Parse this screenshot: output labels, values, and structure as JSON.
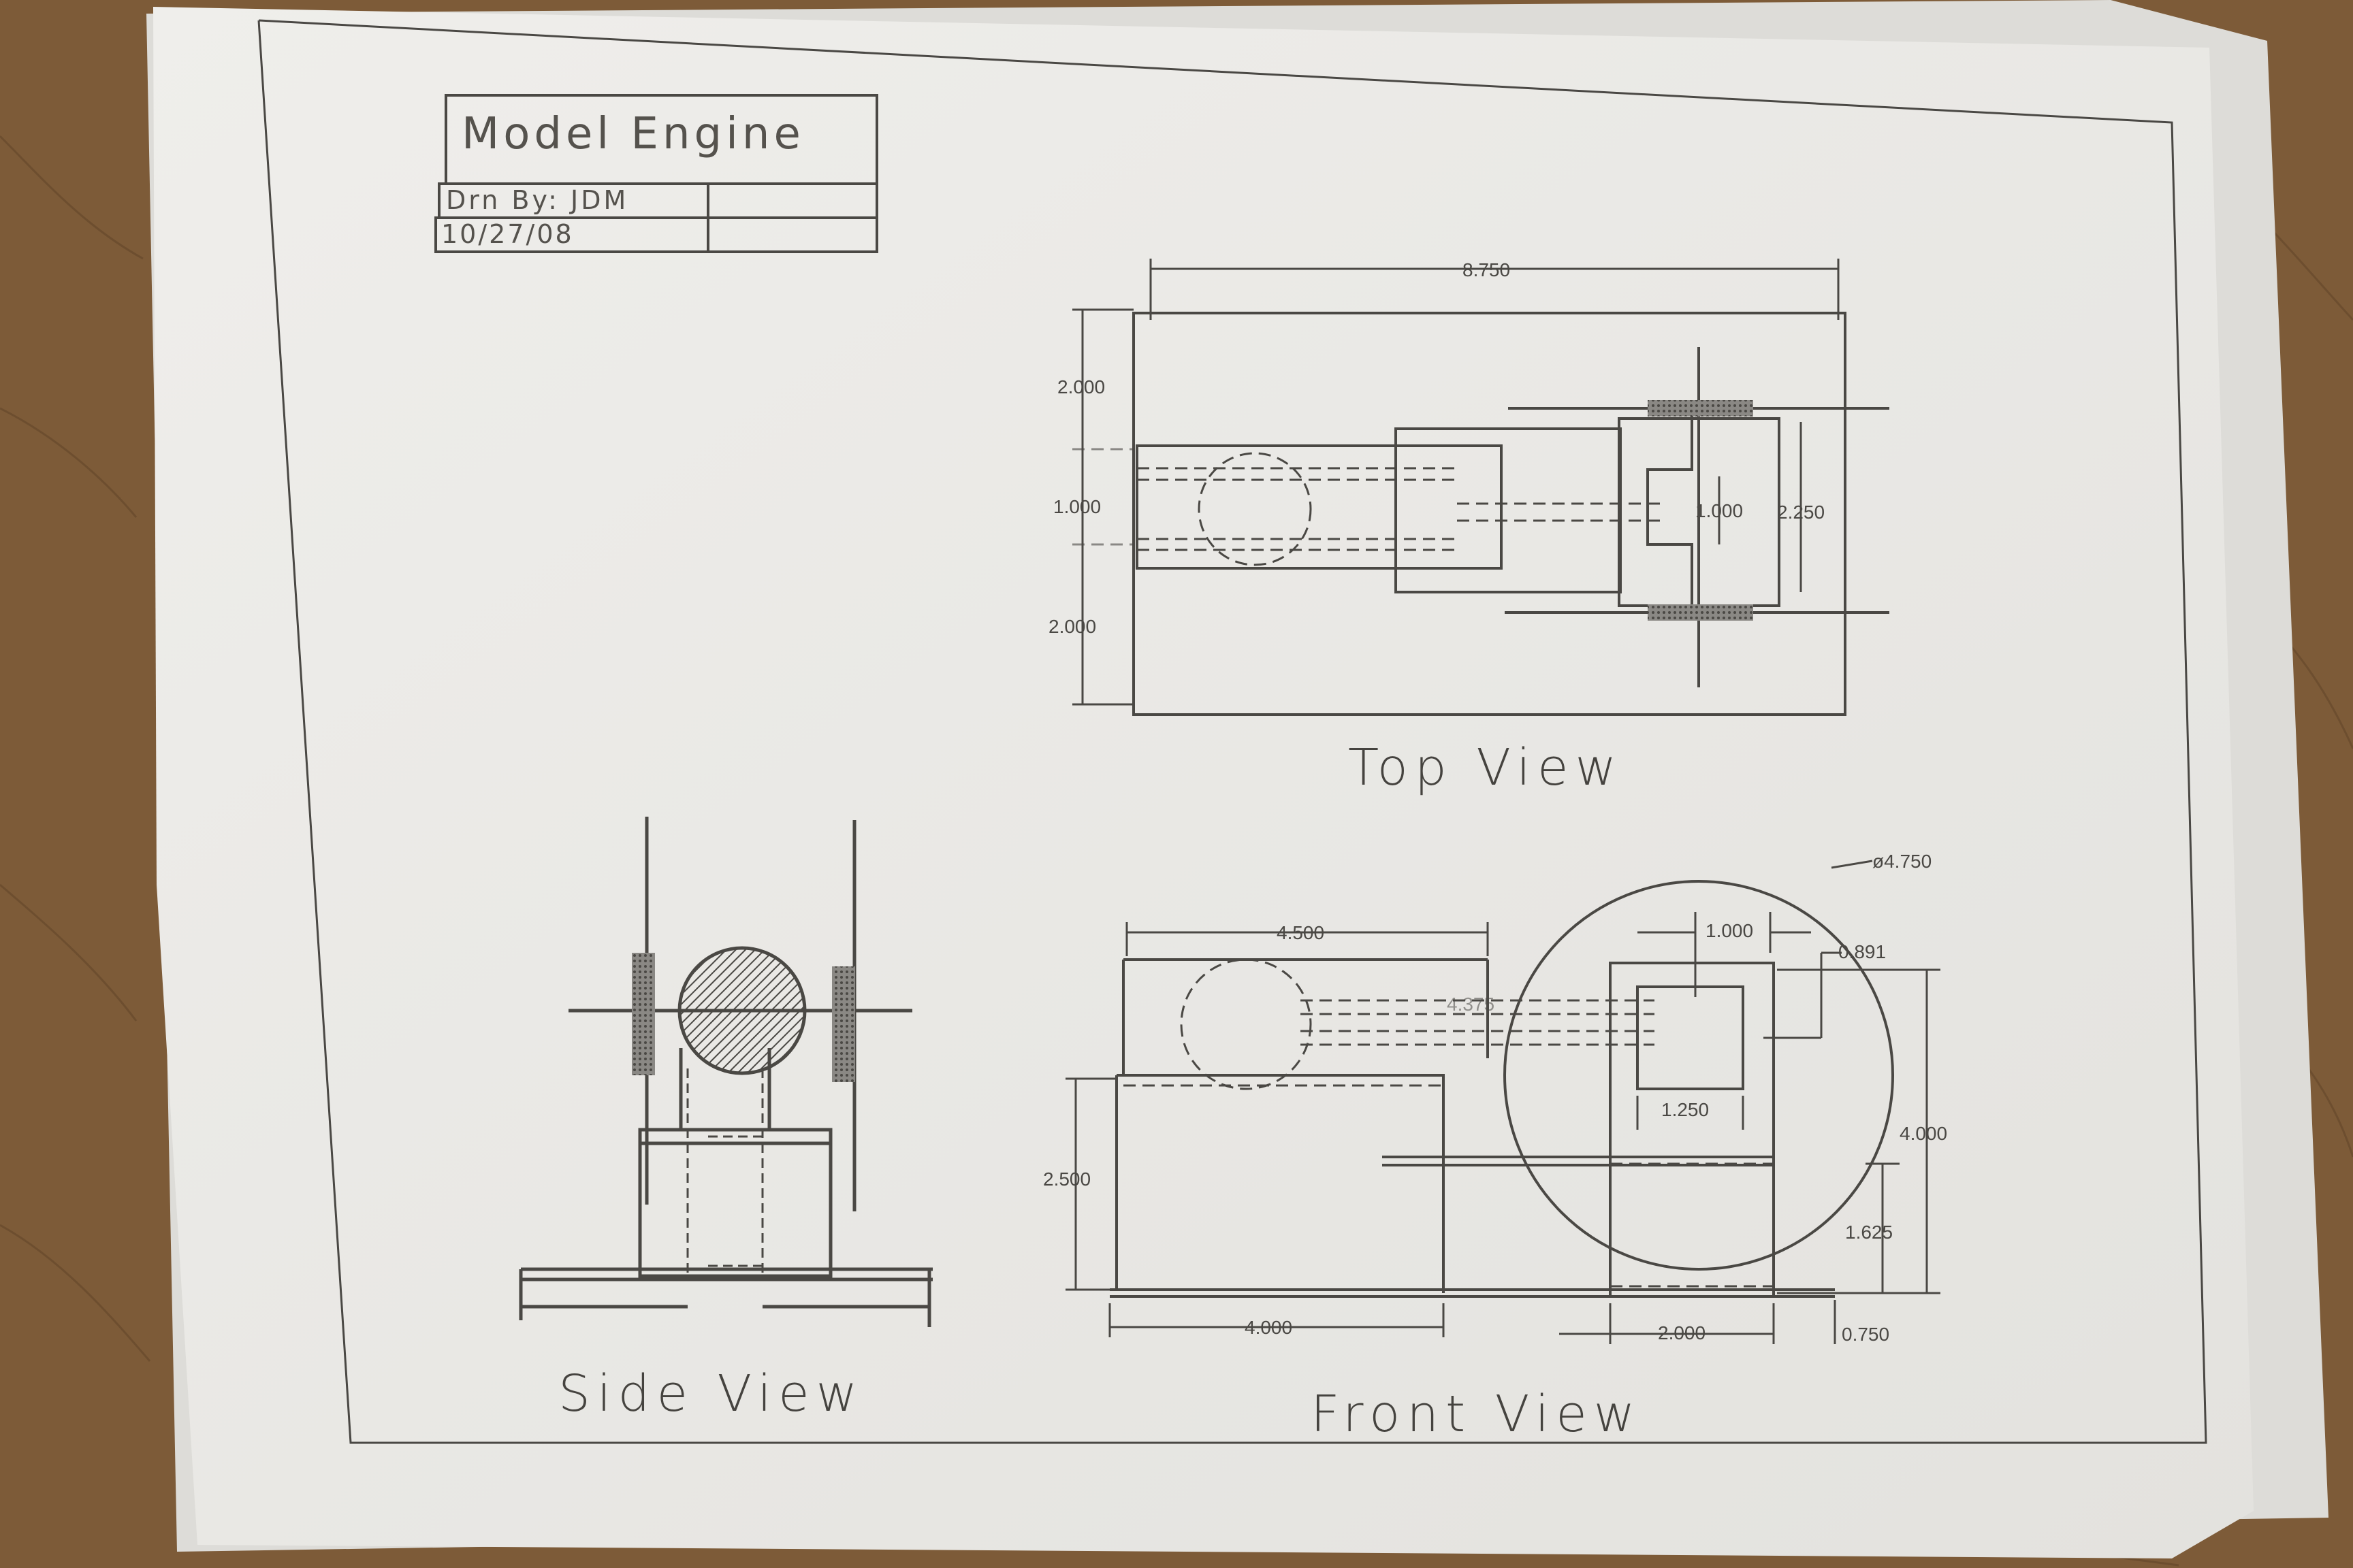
{
  "title_block": {
    "title": "Model Engine",
    "drawn_by": "Drn By: JDM",
    "date": "10/27/08"
  },
  "views": {
    "top": {
      "label": "Top View",
      "dims": {
        "overall_length": "8.750",
        "left_top": "2.000",
        "left_mid": "1.000",
        "left_bottom": "2.000",
        "crank_throw": "1.000",
        "frame_width": "2.250"
      }
    },
    "side": {
      "label": "Side View"
    },
    "front": {
      "label": "Front View",
      "dims": {
        "flywheel_dia": "ø4.750",
        "cylinder_len": "4.500",
        "crank_width": "1.000",
        "crank_offset": "0.891",
        "stroke": "4.375",
        "bracket_width": "1.250",
        "height": "4.000",
        "cyl_height": "2.500",
        "axle_height": "1.625",
        "base_left": "4.000",
        "base_right": "2.000",
        "overhang": "0.750"
      }
    }
  },
  "colors": {
    "desk": "#7d5b38",
    "paper": "#ecebe8",
    "ink": "#4a4844"
  }
}
